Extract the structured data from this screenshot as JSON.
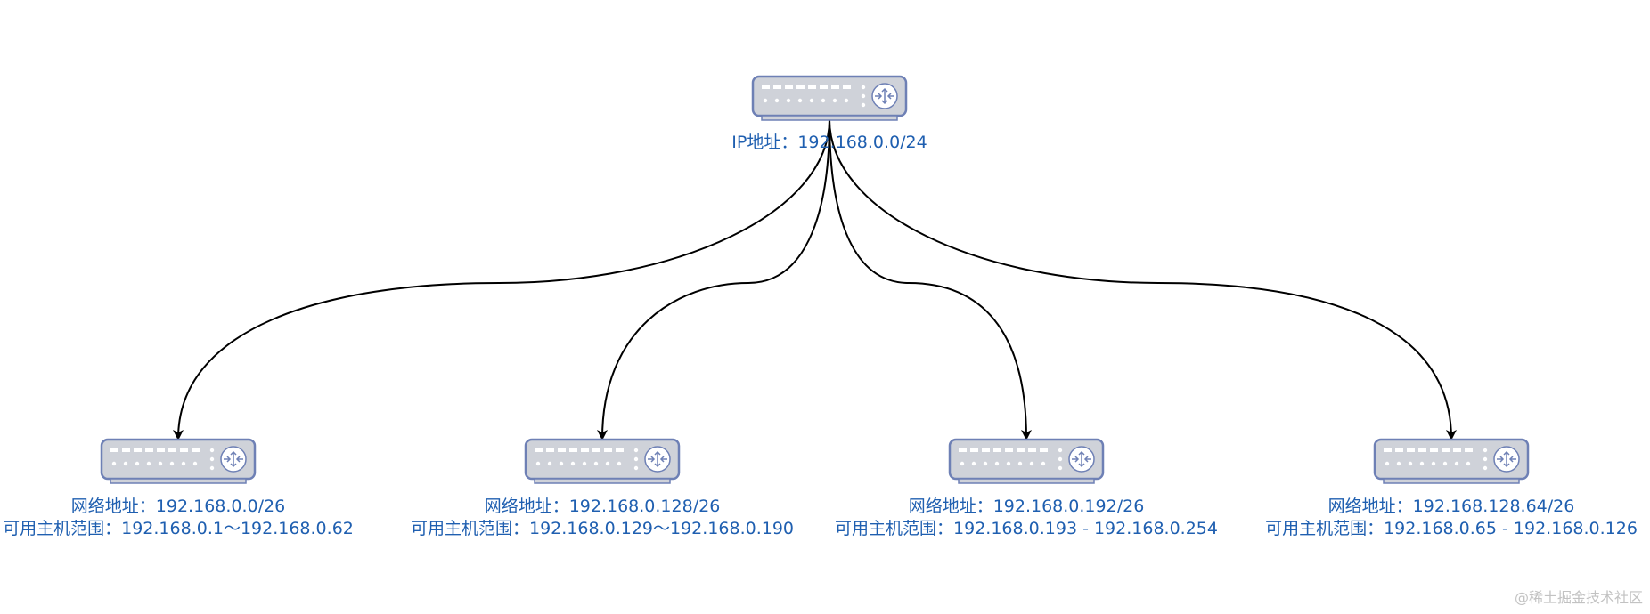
{
  "root": {
    "label": "IP地址：192.168.0.0/24"
  },
  "subnets": [
    {
      "network": "网络地址：192.168.0.0/26",
      "hosts": "可用主机范围：192.168.0.1～192.168.0.62"
    },
    {
      "network": "网络地址：192.168.0.128/26",
      "hosts": "可用主机范围：192.168.0.129～192.168.0.190"
    },
    {
      "network": "网络地址：192.168.0.192/26",
      "hosts": "可用主机范围：192.168.0.193 - 192.168.0.254"
    },
    {
      "network": "网络地址：192.168.128.64/26",
      "hosts": "可用主机范围：192.168.0.65 - 192.168.0.126"
    }
  ],
  "watermark": "@稀土掘金技术社区",
  "colors": {
    "device_body": "#cfd2d9",
    "device_stroke": "#6e80b5",
    "label_text": "#1f5fb0",
    "connector": "#000000"
  },
  "icons": {
    "device": "router-switch-icon",
    "arrow": "arrowhead-icon"
  }
}
